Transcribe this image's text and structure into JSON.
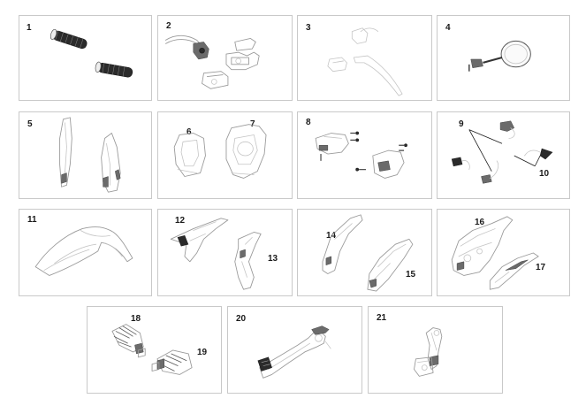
{
  "parts": [
    {
      "label": "1",
      "name": "handlebar-grips"
    },
    {
      "label": "2",
      "name": "brake-master-cylinder"
    },
    {
      "label": "3",
      "name": "clutch-lever"
    },
    {
      "label": "4",
      "name": "mirror"
    },
    {
      "label": "5",
      "name": "fork-protectors"
    },
    {
      "label": "6",
      "name": "headlight-mask-small"
    },
    {
      "label": "7",
      "name": "headlight-mask"
    },
    {
      "label": "8",
      "name": "hand-guards"
    },
    {
      "label": "9",
      "name": "turn-signals-front"
    },
    {
      "label": "10",
      "name": "turn-signals-rear"
    },
    {
      "label": "11",
      "name": "front-fender"
    },
    {
      "label": "12",
      "name": "radiator-shroud-left"
    },
    {
      "label": "13",
      "name": "radiator-shroud-right"
    },
    {
      "label": "14",
      "name": "side-panel-left"
    },
    {
      "label": "15",
      "name": "side-panel-right"
    },
    {
      "label": "16",
      "name": "rear-fender"
    },
    {
      "label": "17",
      "name": "rear-fender-insert"
    },
    {
      "label": "18",
      "name": "footpeg-left"
    },
    {
      "label": "19",
      "name": "footpeg-right"
    },
    {
      "label": "20",
      "name": "brake-pedal"
    },
    {
      "label": "21",
      "name": "gear-shift-lever"
    }
  ]
}
